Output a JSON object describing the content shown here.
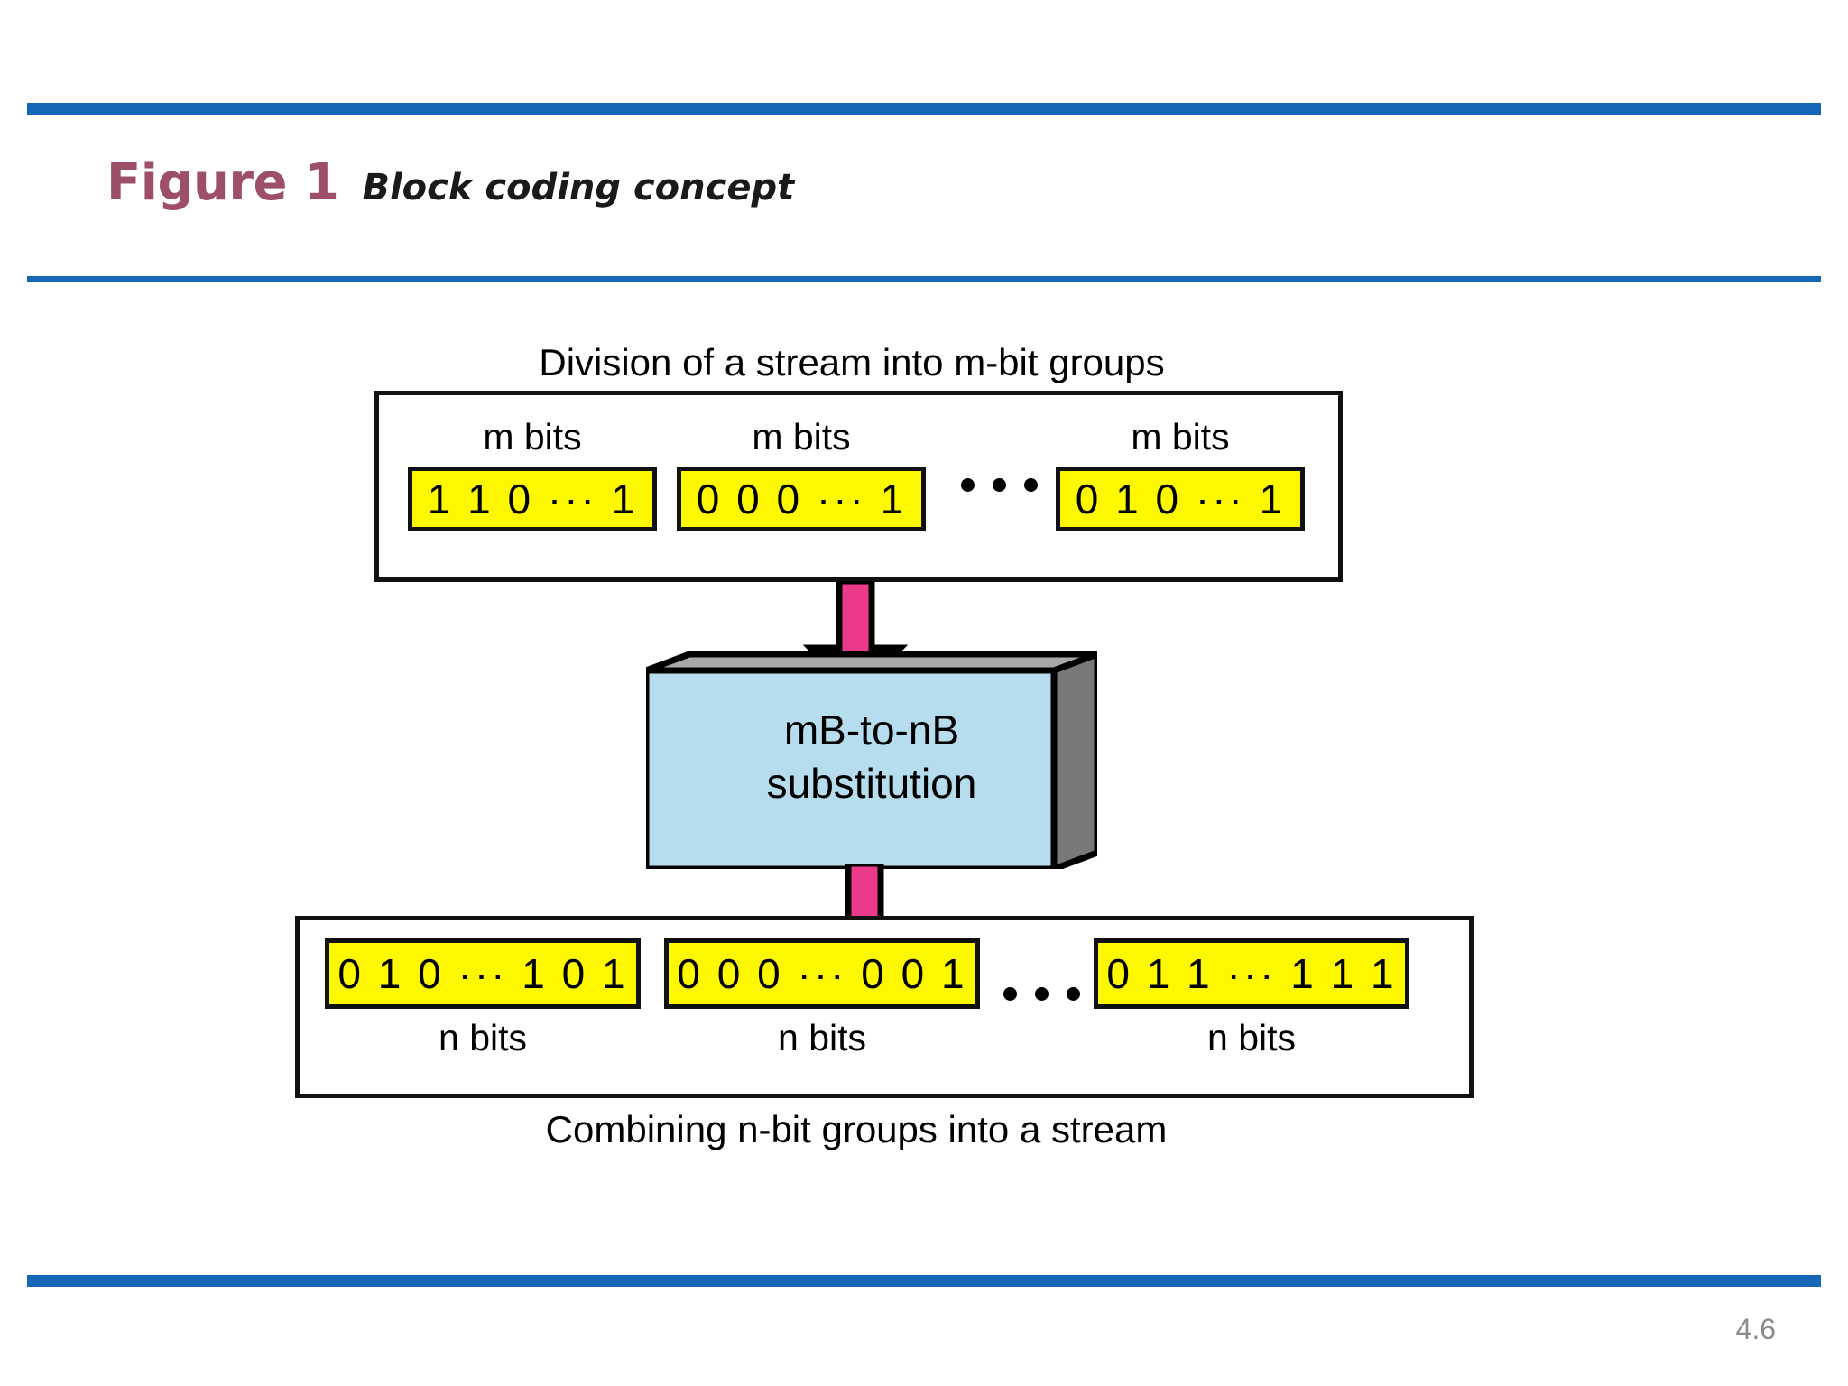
{
  "slide": {
    "figure_label": "Figure 1",
    "figure_caption": "Block coding concept",
    "page_number": "4.6",
    "accent_rule_color": "#1667b8",
    "figure_label_color": "#9c4f66",
    "page_number_color": "#8c8c8c"
  },
  "diagram": {
    "top_caption": "Division of a stream into m-bit groups",
    "bottom_caption": "Combining n-bit groups into a stream",
    "colors": {
      "bit_box_fill": "#fdf800",
      "bit_box_border": "#111111",
      "process_box_front": "#b5dded",
      "process_box_side": "#787878",
      "process_box_top": "#a8a8a8",
      "arrow_fill": "#ec3a8b",
      "arrow_outline": "#000000"
    },
    "top_stream": {
      "groups": [
        {
          "label": "m bits",
          "bits": "1 1 0 ··· 1"
        },
        {
          "label": "m bits",
          "bits": "0 0 0 ··· 1"
        },
        {
          "label": "m bits",
          "bits": "0 1 0 ··· 1"
        }
      ],
      "ellipsis": "• • •"
    },
    "process": {
      "line1": "mB-to-nB",
      "line2": "substitution"
    },
    "bottom_stream": {
      "groups": [
        {
          "label": "n bits",
          "bits": "0 1 0 ··· 1 0 1"
        },
        {
          "label": "n bits",
          "bits": "0 0 0 ··· 0 0 1"
        },
        {
          "label": "n bits",
          "bits": "0 1 1 ··· 1 1 1"
        }
      ],
      "ellipsis": "• • •"
    },
    "arrows": [
      {
        "name": "arrow-into-substitution",
        "direction": "down"
      },
      {
        "name": "arrow-out-of-substitution",
        "direction": "down"
      }
    ]
  }
}
